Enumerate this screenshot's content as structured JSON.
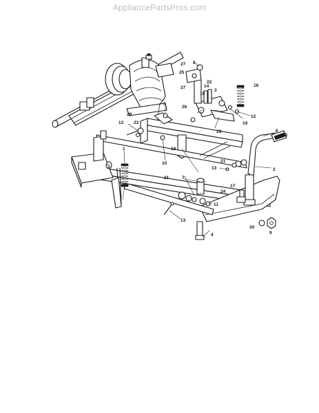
{
  "watermark": "AppliancePartsPros.com",
  "callouts": [
    {
      "id": "c1",
      "label": "1"
    },
    {
      "id": "c2",
      "label": "2"
    },
    {
      "id": "c3",
      "label": "3"
    },
    {
      "id": "c3b",
      "label": "3"
    },
    {
      "id": "c4",
      "label": "4"
    },
    {
      "id": "c5",
      "label": "5"
    },
    {
      "id": "c6",
      "label": "6"
    },
    {
      "id": "c7",
      "label": "7"
    },
    {
      "id": "c8",
      "label": "8"
    },
    {
      "id": "c9",
      "label": "9"
    },
    {
      "id": "c10",
      "label": "10"
    },
    {
      "id": "c11",
      "label": "11"
    },
    {
      "id": "c12",
      "label": "12"
    },
    {
      "id": "c13a",
      "label": "13"
    },
    {
      "id": "c13b",
      "label": "13"
    },
    {
      "id": "c13c",
      "label": "13"
    },
    {
      "id": "c14",
      "label": "14"
    },
    {
      "id": "c15",
      "label": "15"
    },
    {
      "id": "c16",
      "label": "16"
    },
    {
      "id": "c17",
      "label": "17"
    },
    {
      "id": "c18",
      "label": "18"
    },
    {
      "id": "c19a",
      "label": "19"
    },
    {
      "id": "c19b",
      "label": "19"
    },
    {
      "id": "c20",
      "label": "20"
    },
    {
      "id": "c21a",
      "label": "21"
    },
    {
      "id": "c21b",
      "label": "21"
    },
    {
      "id": "c22",
      "label": "22"
    },
    {
      "id": "c23",
      "label": "23"
    },
    {
      "id": "c24",
      "label": "24"
    },
    {
      "id": "c25",
      "label": "25"
    },
    {
      "id": "c26",
      "label": "26"
    },
    {
      "id": "c27a",
      "label": "27"
    },
    {
      "id": "c27b",
      "label": "27"
    },
    {
      "id": "c28",
      "label": "28"
    },
    {
      "id": "c29",
      "label": "29"
    }
  ]
}
